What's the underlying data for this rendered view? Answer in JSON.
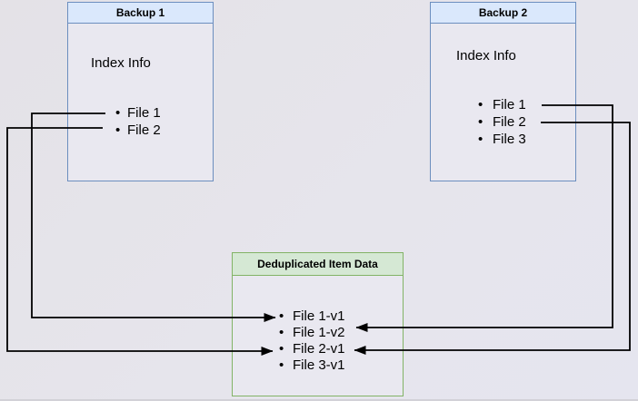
{
  "backup1": {
    "title": "Backup 1",
    "subtitle": "Index Info",
    "items": [
      "File 1",
      "File 2"
    ]
  },
  "backup2": {
    "title": "Backup 2",
    "subtitle": "Index Info",
    "items": [
      "File 1",
      "File 2",
      "File 3"
    ]
  },
  "dedup": {
    "title": "Deduplicated Item Data",
    "items": [
      "File 1-v1",
      "File 1-v2",
      "File 2-v1",
      "File 3-v1"
    ]
  },
  "connections": [
    {
      "from": "Backup 1 / File 1",
      "to": "File 1-v1",
      "side": "left"
    },
    {
      "from": "Backup 1 / File 2",
      "to": "File 2-v1",
      "side": "left"
    },
    {
      "from": "Backup 2 / File 1",
      "to": "File 1-v2",
      "side": "right"
    },
    {
      "from": "Backup 2 / File 2",
      "to": "File 2-v1",
      "side": "right"
    }
  ],
  "colors": {
    "background": "#e5e4ea",
    "blue_fill": "#dae8fc",
    "blue_border": "#6c8ebf",
    "green_fill": "#d5e8d4",
    "green_border": "#82b366",
    "node_body": "#e9e8f0",
    "connector": "#000000",
    "text": "#000000"
  }
}
